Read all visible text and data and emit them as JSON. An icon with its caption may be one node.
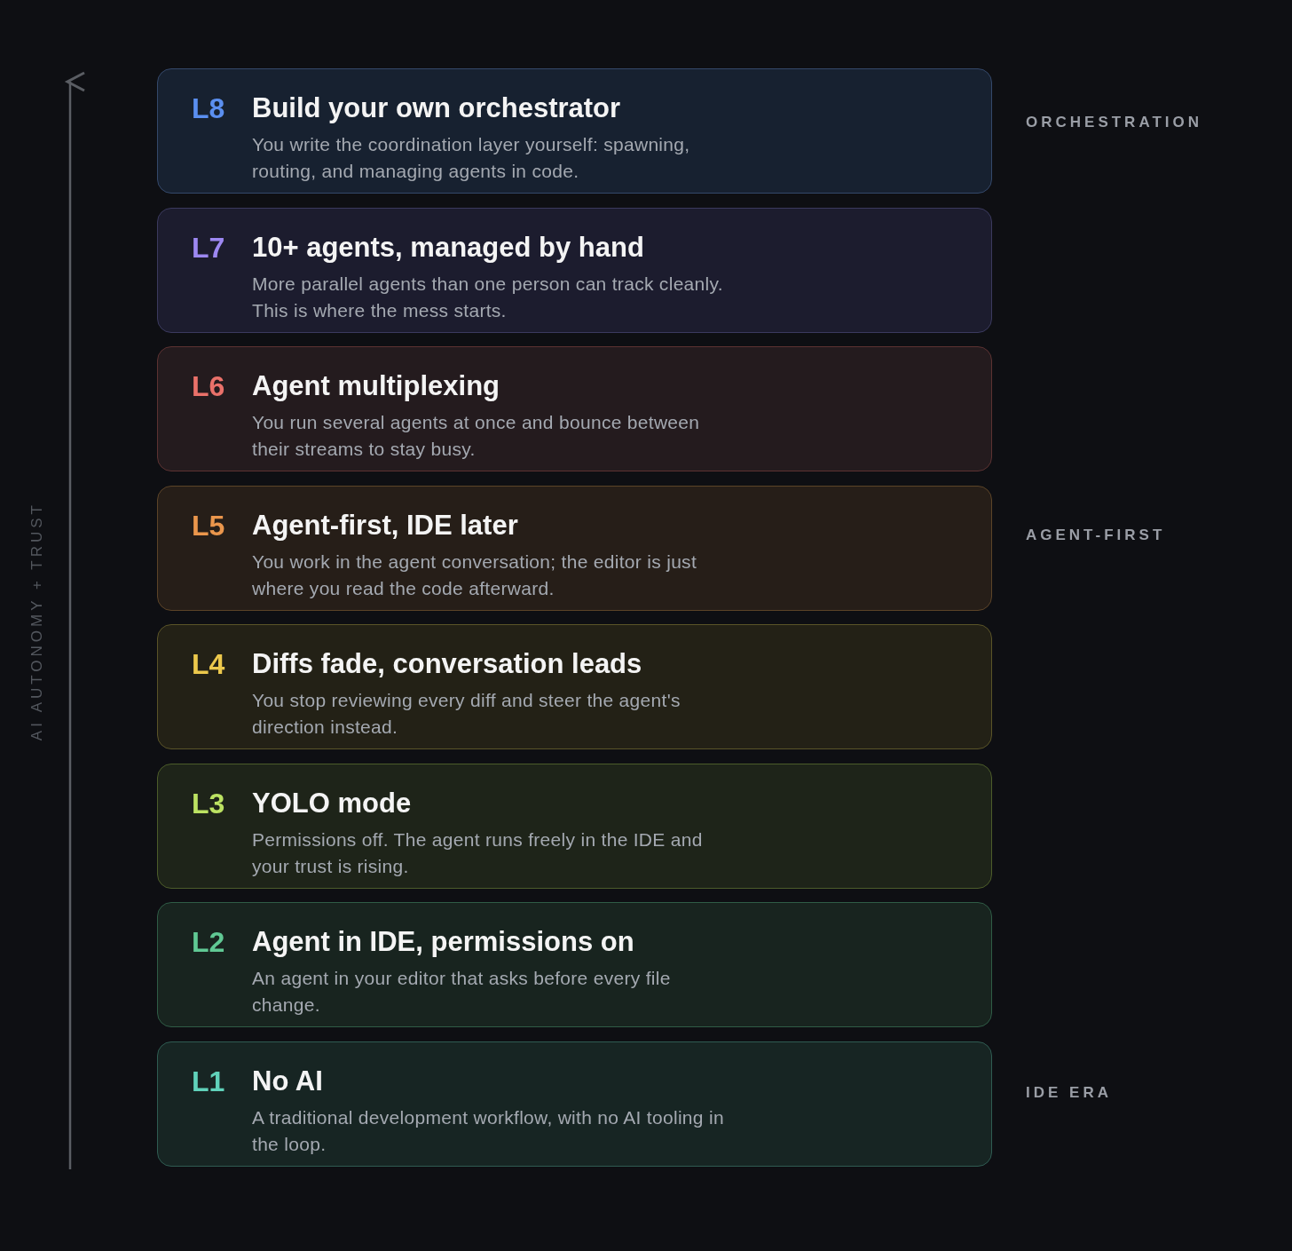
{
  "diagram": {
    "nodes": [
      {
        "text": [
          "L8",
          "Build your own orchestrator",
          "You write the coordination layer yourself: spawning, routing, and managing agents in code."
        ]
      },
      {
        "text": [
          "L7",
          "10+ agents, managed by hand",
          "More parallel agents than one person can track cleanly. This is where the mess starts."
        ]
      },
      {
        "text": [
          "L6",
          "Agent multiplexing",
          "You run several agents at once and bounce between their streams to stay busy."
        ]
      },
      {
        "text": [
          "L5",
          "Agent-first, IDE later",
          "You work in the agent conversation; the editor is just where you read the code afterward."
        ]
      },
      {
        "text": [
          "L4",
          "Diffs fade, conversation leads",
          "You stop reviewing every diff and steer the agent's direction instead."
        ]
      },
      {
        "text": [
          "L3",
          "YOLO mode",
          "Permissions off. The agent runs freely in the IDE and your trust is rising."
        ]
      },
      {
        "text": [
          "L2",
          "Agent in IDE, permissions on",
          "An agent in your editor that asks before every file change."
        ]
      },
      {
        "text": [
          "L1",
          "No AI",
          "A traditional development workflow, with no AI tooling in the loop."
        ]
      }
    ],
    "labels": [
      "AI AUTONOMY + TRUST",
      "ORCHESTRATION",
      "AGENT-FIRST",
      "IDE ERA"
    ]
  }
}
